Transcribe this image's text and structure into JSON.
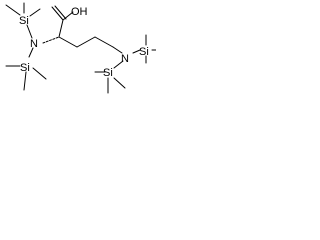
{
  "structure": {
    "atom_labels": {
      "tms_top_left_si": "Si",
      "alpha_n": "N",
      "tms_bottom_left_si": "Si",
      "carboxyl_oh": "OH",
      "side_chain_n": "N",
      "tms_side_chain_top_si": "Si",
      "tms_side_chain_bottom_si": "Si"
    },
    "colors": {
      "bond": "#000000",
      "label": "#000000",
      "background": "#ffffff"
    }
  }
}
